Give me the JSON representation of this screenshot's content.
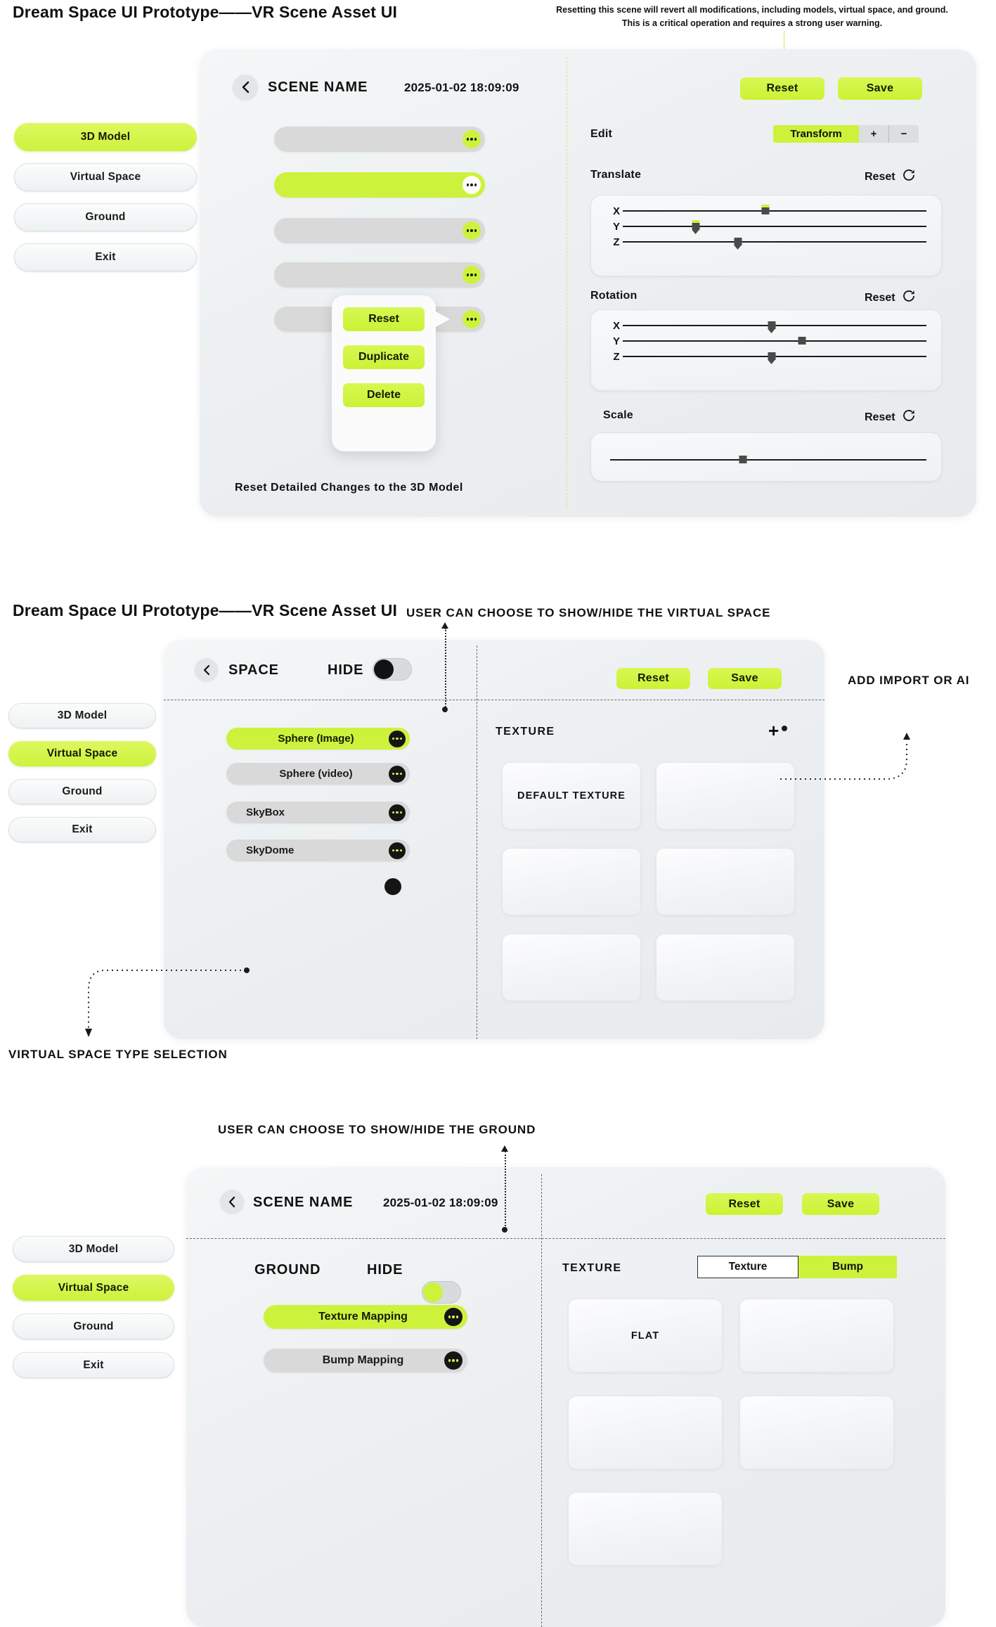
{
  "doc": {
    "title": "Dream Space UI Prototype——VR Scene Asset UI",
    "warning_line1": "Resetting this scene will revert all modifications, including models, virtual space, and ground.",
    "warning_line2": "This is a critical operation and requires a strong user warning."
  },
  "annotations": {
    "show_hide_virtual_space": "USER CAN CHOOSE TO SHOW/HIDE THE VIRTUAL SPACE",
    "add_import_or_ai": "ADD IMPORT OR AI",
    "virtual_space_type_selection": "VIRTUAL SPACE TYPE SELECTION",
    "show_hide_ground": "USER CAN CHOOSE TO SHOW/HIDE THE GROUND"
  },
  "colors": {
    "accent_green": "#cdf23c",
    "panel_bg": "#eceff1",
    "row_grey": "#d9d9d9",
    "ink": "#111111"
  },
  "sidebar": {
    "items": [
      {
        "label": "3D Model"
      },
      {
        "label": "Virtual Space"
      },
      {
        "label": "Ground"
      },
      {
        "label": "Exit"
      }
    ]
  },
  "panel1": {
    "back_icon": "chevron-left-icon",
    "scene_name": "SCENE NAME",
    "timestamp": "2025-01-02 18:09:09",
    "reset_label": "Reset",
    "save_label": "Save",
    "active_sidebar": "3D Model",
    "rows": [
      {
        "selected": false,
        "dots": "green"
      },
      {
        "selected": true,
        "dots": "white"
      },
      {
        "selected": false,
        "dots": "green"
      },
      {
        "selected": false,
        "dots": "green"
      },
      {
        "selected": false,
        "dots": "green"
      }
    ],
    "context_menu": {
      "items": [
        "Reset",
        "Duplicate",
        "Delete"
      ]
    },
    "caption": "Reset Detailed Changes to the 3D Model",
    "edit": {
      "label": "Edit",
      "segments": [
        {
          "label": "Transform",
          "active": true
        },
        {
          "label": "+",
          "active": false
        },
        {
          "label": "−",
          "active": false
        }
      ]
    },
    "translate": {
      "label": "Translate",
      "reset_label": "Reset",
      "reset_icon": "rotate-ccw-icon",
      "axes": [
        {
          "axis": "X",
          "value": 47
        },
        {
          "axis": "Y",
          "value": 24
        },
        {
          "axis": "Z",
          "value": 38
        }
      ]
    },
    "rotation": {
      "label": "Rotation",
      "reset_label": "Reset",
      "reset_icon": "rotate-ccw-icon",
      "axes": [
        {
          "axis": "X",
          "value": 49
        },
        {
          "axis": "Y",
          "value": 59
        },
        {
          "axis": "Z",
          "value": 49
        }
      ]
    },
    "scale": {
      "label": "Scale",
      "reset_label": "Reset",
      "reset_icon": "rotate-ccw-icon",
      "value": 42
    }
  },
  "panel2": {
    "back_icon": "chevron-left-icon",
    "title": "SPACE",
    "hide_label": "HIDE",
    "hide_toggle_on": false,
    "reset_label": "Reset",
    "save_label": "Save",
    "active_sidebar": "Virtual Space",
    "space_types": [
      {
        "label": "Sphere (Image)",
        "selected": true
      },
      {
        "label": "Sphere (video)",
        "selected": false
      },
      {
        "label": "SkyBox",
        "selected": false
      },
      {
        "label": "SkyDome",
        "selected": false
      }
    ],
    "texture": {
      "label": "TEXTURE",
      "add_icon": "plus-icon",
      "tiles": [
        {
          "label": "DEFAULT TEXTURE"
        },
        {
          "label": ""
        },
        {
          "label": ""
        },
        {
          "label": ""
        },
        {
          "label": ""
        },
        {
          "label": ""
        }
      ]
    }
  },
  "panel3": {
    "back_icon": "chevron-left-icon",
    "scene_name": "SCENE NAME",
    "timestamp": "2025-01-02 18:09:09",
    "reset_label": "Reset",
    "save_label": "Save",
    "active_sidebar": "Virtual Space",
    "ground_label": "GROUND",
    "hide_label": "HIDE",
    "hide_toggle_on": true,
    "mappings": [
      {
        "label": "Texture Mapping",
        "selected": true
      },
      {
        "label": "Bump Mapping",
        "selected": false
      }
    ],
    "texture": {
      "label": "TEXTURE",
      "tabs": [
        {
          "label": "Texture",
          "style": "white"
        },
        {
          "label": "Bump",
          "style": "green"
        }
      ],
      "tiles": [
        {
          "label": "FLAT"
        },
        {
          "label": ""
        },
        {
          "label": ""
        },
        {
          "label": ""
        },
        {
          "label": ""
        }
      ]
    }
  }
}
